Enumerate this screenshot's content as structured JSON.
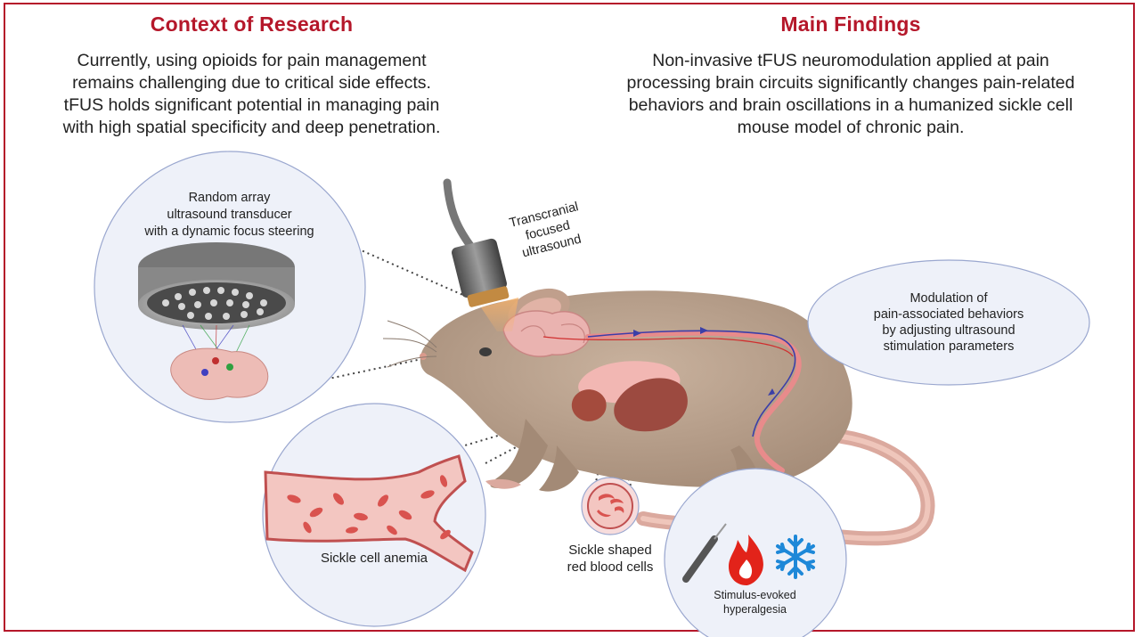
{
  "context": {
    "heading": "Context of Research",
    "lines": [
      "Currently, using opioids for pain management",
      "remains challenging due to critical side effects.",
      "tFUS holds significant potential in managing pain",
      "with high spatial specificity and deep penetration."
    ]
  },
  "findings": {
    "heading": "Main Findings",
    "lines": [
      "Non-invasive tFUS neuromodulation applied at pain",
      "processing brain circuits significantly changes pain-related",
      "behaviors and brain oscillations in a humanized sickle cell",
      "mouse model of chronic pain."
    ]
  },
  "labels": {
    "transducer": [
      "Random array",
      "ultrasound transducer",
      "with a dynamic focus steering"
    ],
    "tfus": [
      "Transcranial",
      "focused",
      "ultrasound"
    ],
    "modulation": [
      "Modulation of",
      "pain-associated behaviors",
      "by adjusting ultrasound",
      "stimulation parameters"
    ],
    "sickle_anemia": "Sickle cell anemia",
    "sickle_rbc": [
      "Sickle shaped",
      "red blood cells"
    ],
    "hyperalgesia": [
      "Stimulus-evoked",
      "hyperalgesia"
    ]
  },
  "colors": {
    "accent": "#b5172a",
    "circle_fill": "#eef1f9",
    "circle_stroke": "#9aa7cf",
    "mouse_body": "#b8a08c",
    "tail": "#dba99e",
    "flame": "#e2231a",
    "snowflake": "#1e88d8"
  },
  "icons": [
    "ultrasound-probe-icon",
    "flame-icon",
    "snowflake-icon",
    "von-frey-filament-icon"
  ]
}
